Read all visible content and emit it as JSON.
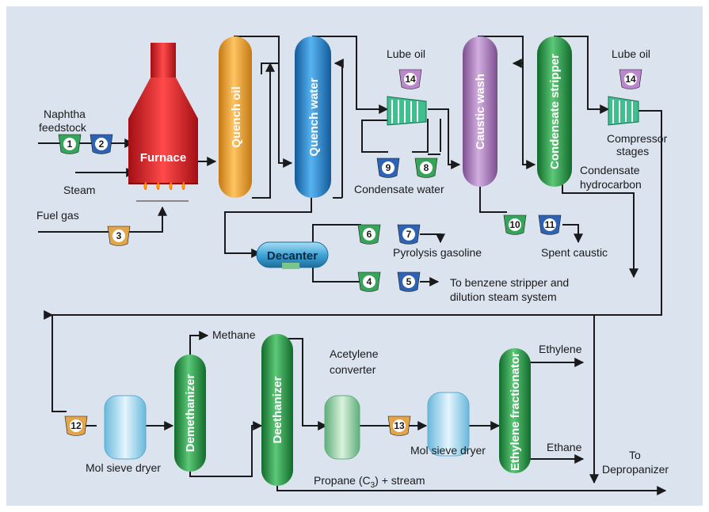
{
  "labels": {
    "naphtha": "Naphtha",
    "feedstock": "feedstock",
    "steam": "Steam",
    "fuel_gas": "Fuel gas",
    "furnace": "Furnace",
    "quench_oil": "Quench oil",
    "quench_water": "Quench water",
    "caustic_wash": "Caustic wash",
    "condensate_stripper": "Condensate stripper",
    "lube_oil_1": "Lube oil",
    "lube_oil_2": "Lube oil",
    "condensate_water": "Condensate water",
    "compressor_stages_1": "Compressor",
    "compressor_stages_2": "stages",
    "condensate_hc_1": "Condensate",
    "condensate_hc_2": "hydrocarbon",
    "decanter": "Decanter",
    "pyrolysis_gasoline": "Pyrolysis gasoline",
    "spent_caustic": "Spent caustic",
    "benzene_1": "To benzene stripper and",
    "benzene_2": "dilution steam system",
    "methane": "Methane",
    "demethanizer": "Demethanizer",
    "deethanizer": "Deethanizer",
    "acetylene_1": "Acetylene",
    "acetylene_2": "converter",
    "mol_sieve_1": "Mol sieve dryer",
    "mol_sieve_2": "Mol sieve dryer",
    "ethylene_fractionator": "Ethylene fractionator",
    "ethylene": "Ethylene",
    "ethane": "Ethane",
    "propane": "Propane (C",
    "propane_sub": "3",
    "propane_tail": ") + stream",
    "to_1": "To",
    "to_2": "Depropanizer"
  },
  "pumps": [
    "1",
    "2",
    "3",
    "4",
    "5",
    "6",
    "7",
    "8",
    "9",
    "10",
    "11",
    "12",
    "13",
    "14",
    "14"
  ],
  "colors": {
    "background": "#dbe3ef",
    "furnace": "#e61e24",
    "quench_oil": "#f2a93b",
    "quench_water": "#2f8fd3",
    "caustic_wash": "#b384c2",
    "green_vessel": "#2e9a48",
    "decanter": "#3fa6d8"
  }
}
